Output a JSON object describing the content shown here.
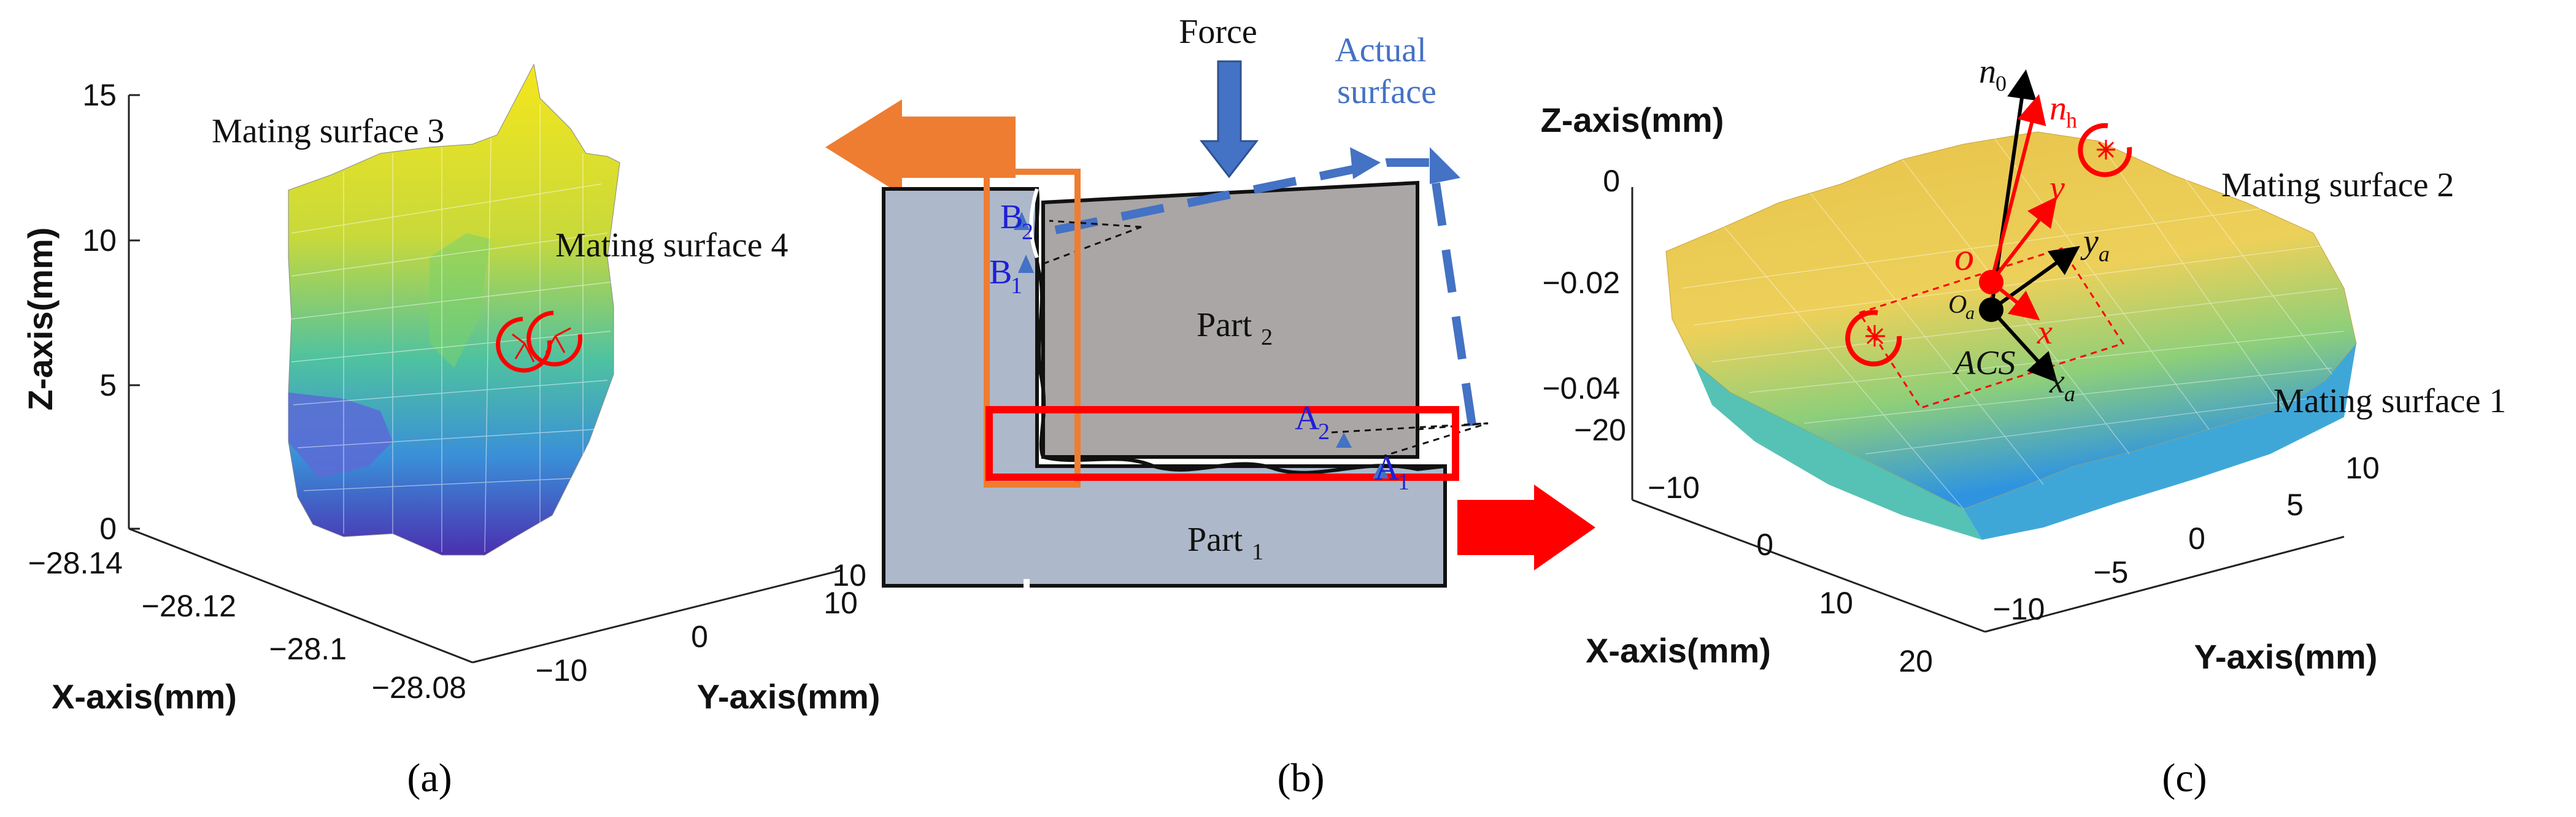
{
  "panel_a": {
    "label": "(a)",
    "z_axis_title": "Z-axis(mm)",
    "x_axis_title": "X-axis(mm)",
    "y_axis_title": "Y-axis(mm)",
    "z_ticks": [
      "15",
      "10",
      "5",
      "0"
    ],
    "x_ticks": [
      "−28.14",
      "−28.12",
      "−28.1",
      "−28.08"
    ],
    "y_ticks": [
      "10",
      "0",
      "−10"
    ],
    "surface_label_3": "Mating surface 3",
    "surface_label_4": "Mating surface 4"
  },
  "panel_b": {
    "label": "(b)",
    "force_label": "Force",
    "actual_surface_line1": "Actual",
    "actual_surface_line2": "surface",
    "part2_label": "Part",
    "part2_sub": "2",
    "part1_label": "Part",
    "part1_sub": "1",
    "point_labels": [
      {
        "main": "B",
        "sub": "2"
      },
      {
        "main": "B",
        "sub": "1"
      },
      {
        "main": "A",
        "sub": "2"
      },
      {
        "main": "A",
        "sub": "1"
      }
    ]
  },
  "panel_c": {
    "label": "(c)",
    "z_axis_title": "Z-axis(mm)",
    "x_axis_title": "X-axis(mm)",
    "y_axis_title": "Y-axis(mm)",
    "z_ticks": [
      "0",
      "−0.02",
      "−0.04"
    ],
    "x_ticks": [
      "−20",
      "−10",
      "0",
      "10",
      "20"
    ],
    "y_ticks": [
      "10",
      "5",
      "0",
      "−5",
      "−10"
    ],
    "surface_label_2": "Mating surface 2",
    "surface_label_1": "Mating surface 1",
    "frame_labels": {
      "n0": "n",
      "n0_sub": "0",
      "nh": "n",
      "nh_sub": "h",
      "y": "y",
      "ya": "y",
      "ya_sub": "a",
      "o": "o",
      "oa": "O",
      "oa_sub": "a",
      "x": "x",
      "xa": "x",
      "xa_sub": "a",
      "acs": "ACS"
    }
  },
  "colors": {
    "orange_arrow": "#ee7d31",
    "red_box": "#ff0000",
    "dashed_blue": "#4472c4",
    "part_fill_gray": "#aaa6a6",
    "part1_fill": "#adb9ca",
    "label_blue": "#1f1fd6"
  }
}
